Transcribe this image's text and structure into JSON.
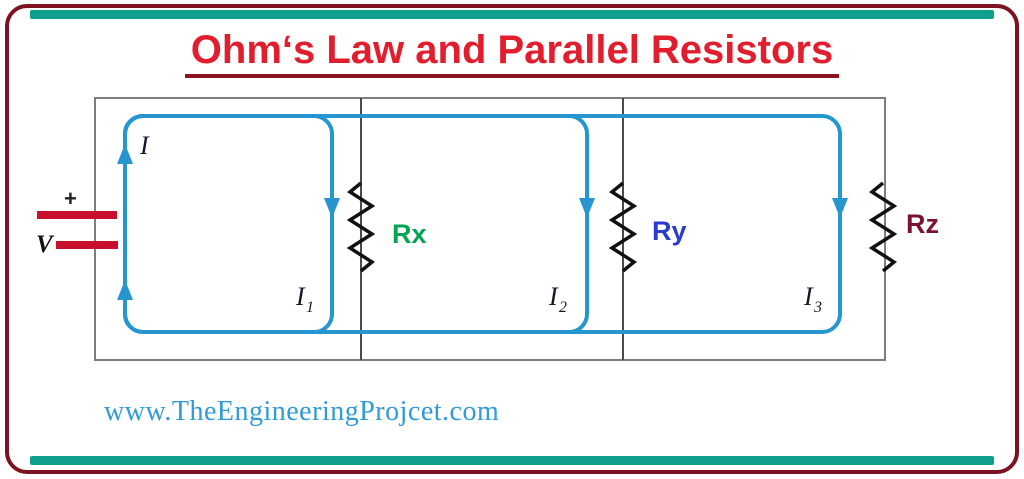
{
  "title": "Ohm‘s Law and Parallel Resistors",
  "website": "www.TheEngineeringProjcet.com",
  "colors": {
    "accent_teal": "#0ea08c",
    "border_red": "#7d1221",
    "title_red": "#e11d2e",
    "title_underline": "#8c1220",
    "wire_blue": "#2596cf",
    "wire_gray": "#7d7d7d",
    "battery_red": "#c8102e"
  },
  "circuit": {
    "source": {
      "plus": "+",
      "label": "V"
    },
    "main_current": "I",
    "branch_currents": [
      {
        "base": "I",
        "sub": "1"
      },
      {
        "base": "I",
        "sub": "2"
      },
      {
        "base": "I",
        "sub": "3"
      }
    ],
    "resistors": [
      {
        "label": "Rx",
        "color": "#00a651"
      },
      {
        "label": "Ry",
        "color": "#2b3bd0"
      },
      {
        "label": "Rz",
        "color": "#7c1230"
      }
    ]
  }
}
